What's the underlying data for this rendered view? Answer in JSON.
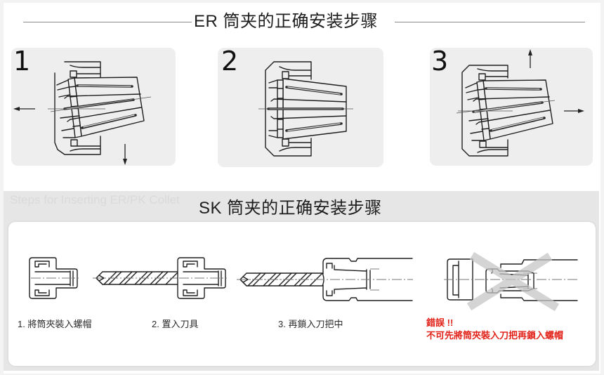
{
  "er_section": {
    "title": "ER 筒夹的正确安装步骤",
    "steps": [
      {
        "number": "1",
        "arrows": [
          "left",
          "down"
        ]
      },
      {
        "number": "2",
        "arrows": []
      },
      {
        "number": "3",
        "arrows": [
          "up",
          "right"
        ]
      }
    ]
  },
  "sk_section": {
    "title": "SK 筒夹的正确安装步骤",
    "ghost_caption": "Steps for Inserting ER/PK Collet",
    "steps": [
      {
        "label": "1. 將筒夾裝入螺帽"
      },
      {
        "label": "2. 置入刀具"
      },
      {
        "label": "3. 再鎖入刀把中"
      }
    ],
    "wrong_example": {
      "heading": "錯誤 !!",
      "message": "不可先將筒夾裝入刀把再鎖入螺帽"
    }
  },
  "colors": {
    "warning_red": "#e2231a",
    "panel_gray": "#eeeeee",
    "band_gray": "#e6e6e6",
    "cross_gray": "#c6c6c6"
  },
  "icons": {
    "wrong_mark": "x-cross-icon",
    "direction_arrows": "arrow-icon"
  }
}
